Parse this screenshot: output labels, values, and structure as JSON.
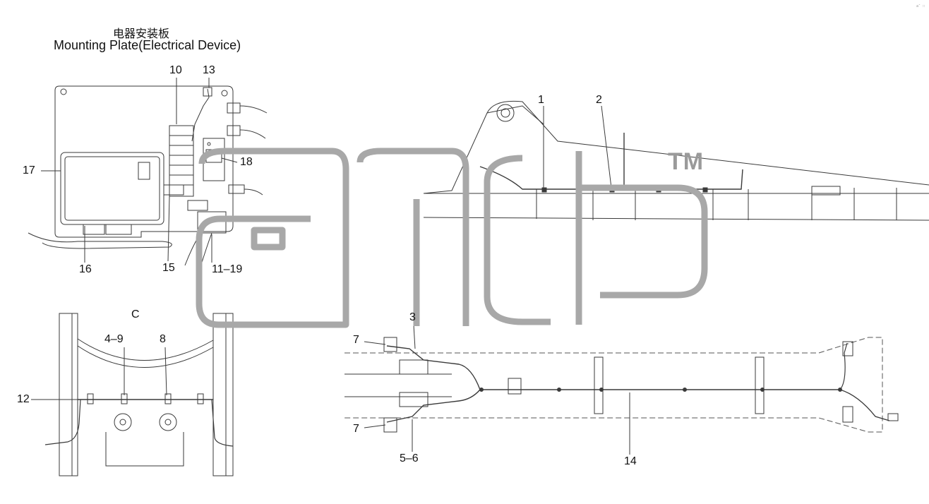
{
  "title_cn": "电器安装板",
  "title_en": "Mounting Plate(Electrical Device)",
  "corner_mark": "a″ ∷",
  "watermark": "TM",
  "section_label": "C",
  "callouts": {
    "c1": "1",
    "c2": "2",
    "c3": "3",
    "c4_9": "4–9",
    "c5_6": "5–6",
    "c7a": "7",
    "c7b": "7",
    "c8": "8",
    "c10": "10",
    "c11_19": "11–19",
    "c12": "12",
    "c13": "13",
    "c14": "14",
    "c15": "15",
    "c16": "16",
    "c17": "17",
    "c18": "18"
  },
  "colors": {
    "line": "#3a3a3a",
    "watermark": "#a8a8a8",
    "dashed": "#555555"
  }
}
